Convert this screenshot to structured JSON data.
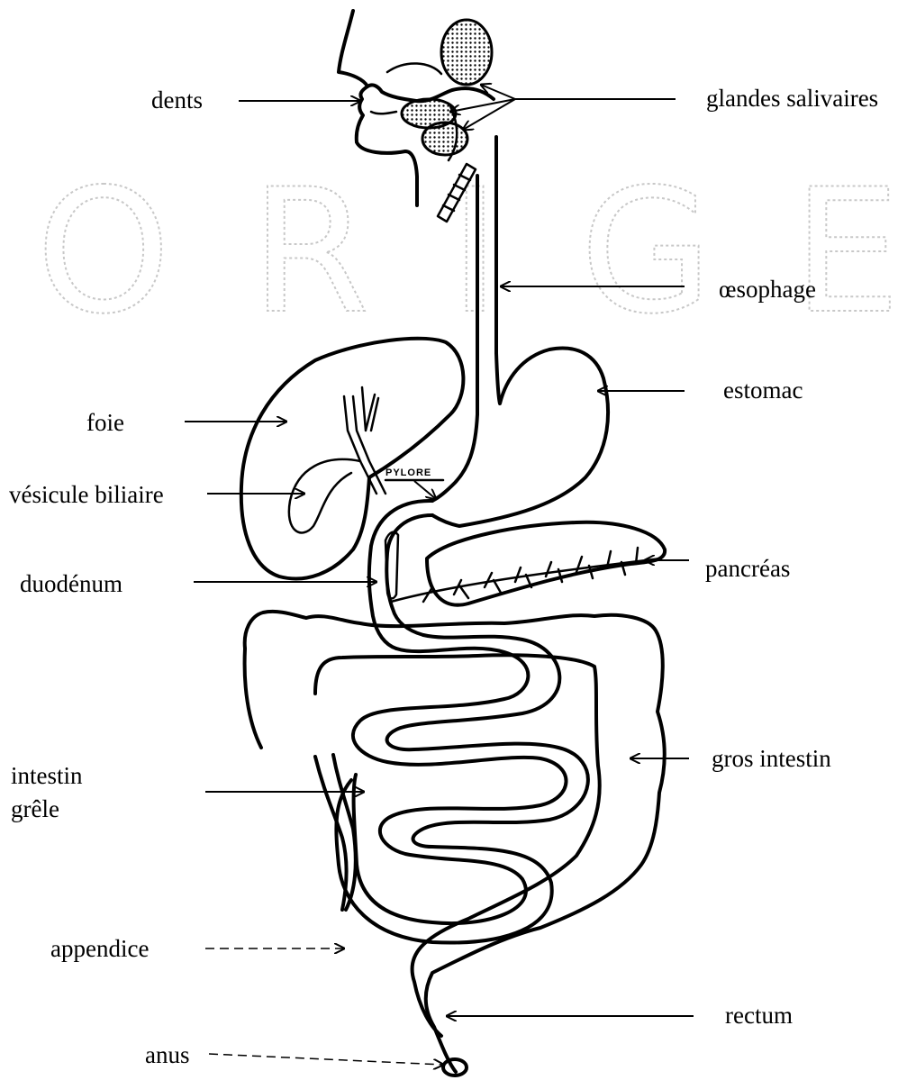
{
  "labels": {
    "dents": "dents",
    "glandes": "glandes salivaires",
    "oesophage": "œsophage",
    "estomac": "estomac",
    "foie": "foie",
    "vesicule": "vésicule biliaire",
    "pylore": "PYLORE",
    "duodenum": "duodénum",
    "pancreas": "pancréas",
    "intestin_line1": "intestin",
    "intestin_line2": "grêle",
    "gros_intestin": "gros intestin",
    "appendice": "appendice",
    "rectum": "rectum",
    "anus": "anus"
  },
  "watermark": "ORIGE"
}
